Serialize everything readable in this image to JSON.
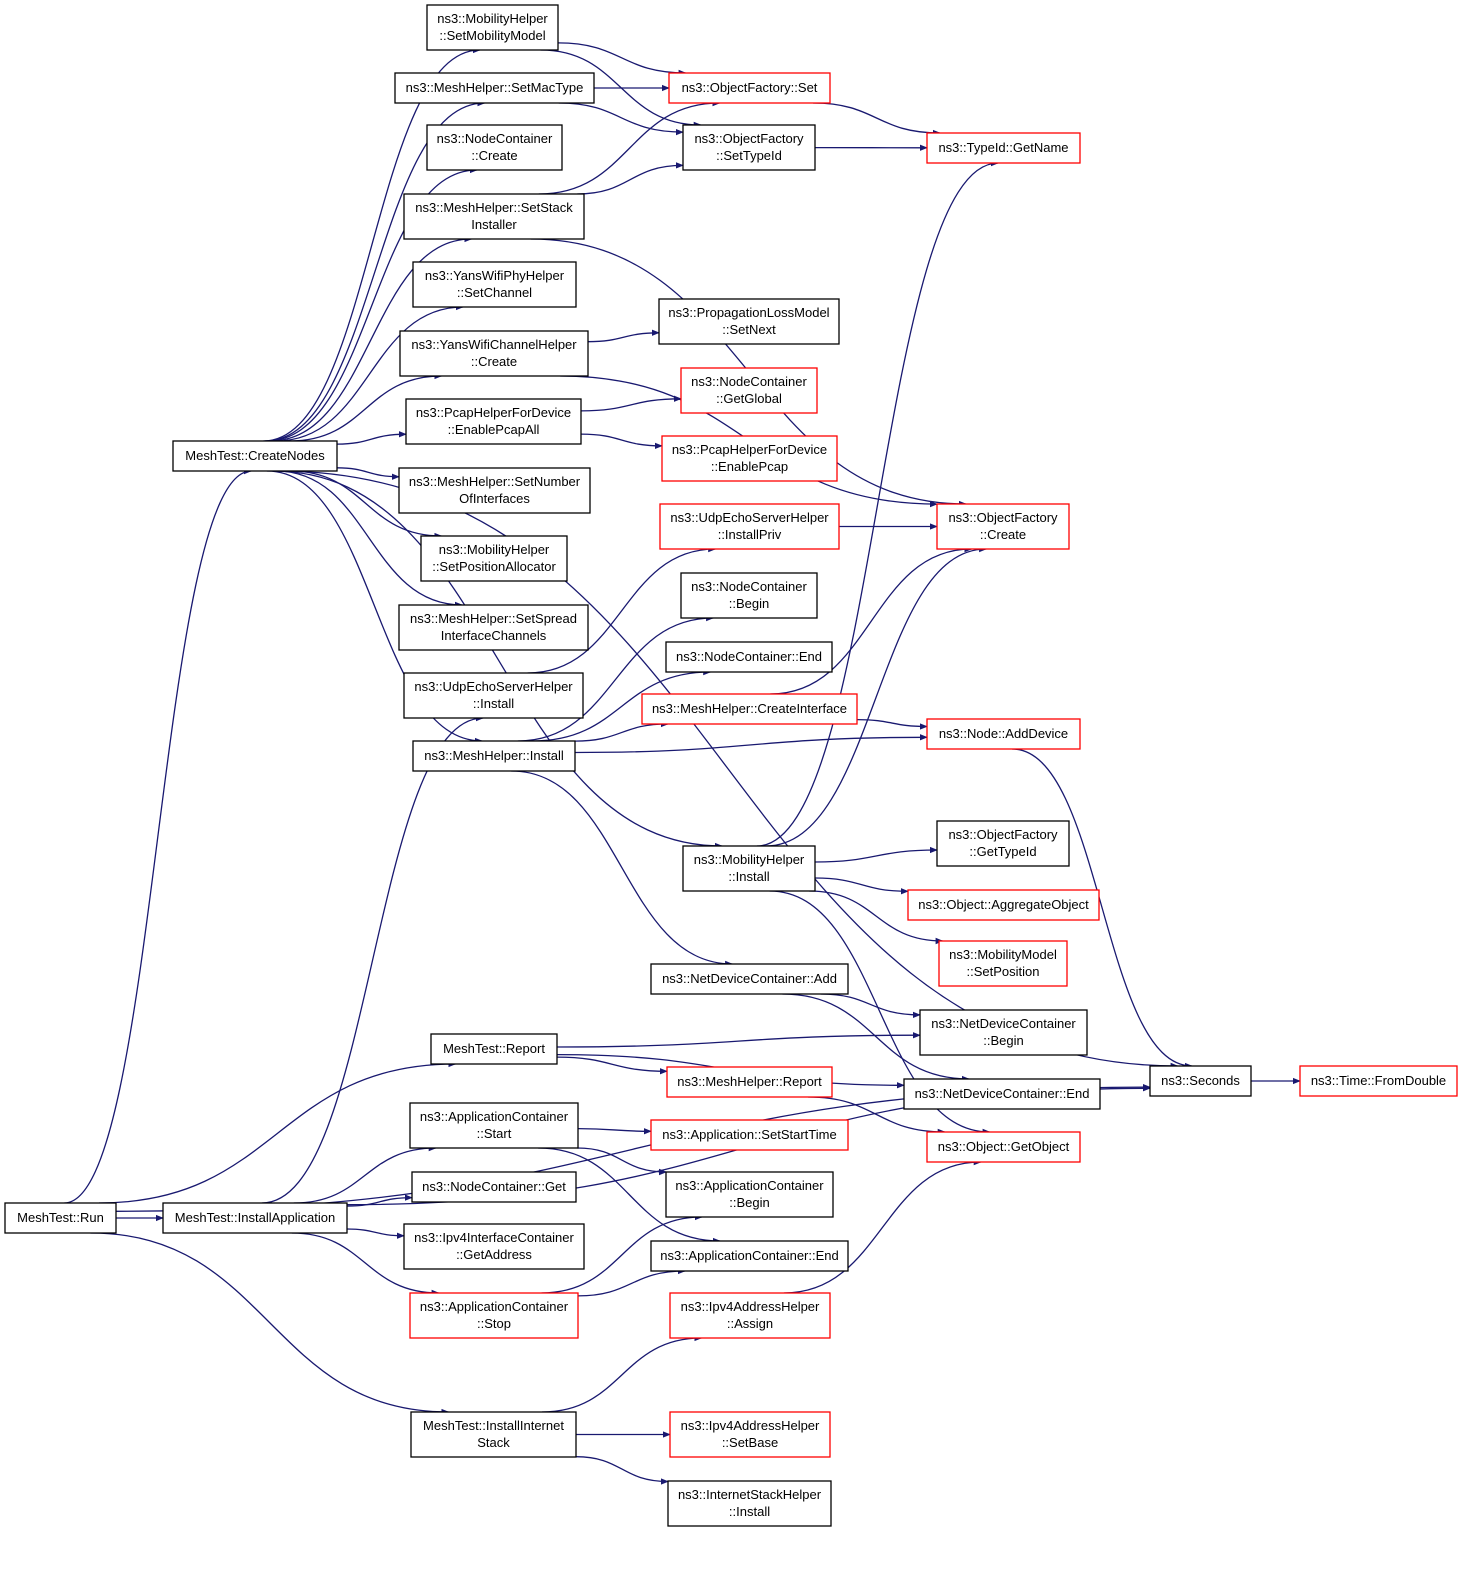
{
  "colors": {
    "edge": "#191970",
    "border_normal": "#000000",
    "border_truncated": "#ff0000",
    "root_fill": "#bfbfbf",
    "node_fill": "#ffffff"
  },
  "nodes": [
    {
      "id": "run",
      "lines": [
        "MeshTest::Run"
      ],
      "style": "root"
    },
    {
      "id": "createnodes",
      "lines": [
        "MeshTest::CreateNodes"
      ],
      "style": "normal"
    },
    {
      "id": "installapp",
      "lines": [
        "MeshTest::InstallApplication"
      ],
      "style": "normal"
    },
    {
      "id": "report",
      "lines": [
        "MeshTest::Report"
      ],
      "style": "normal"
    },
    {
      "id": "installinet",
      "lines": [
        "MeshTest::InstallInternet",
        "Stack"
      ],
      "style": "normal"
    },
    {
      "id": "mob_setmodel",
      "lines": [
        "ns3::MobilityHelper",
        "::SetMobilityModel"
      ],
      "style": "normal"
    },
    {
      "id": "mesh_setmac",
      "lines": [
        "ns3::MeshHelper::SetMacType"
      ],
      "style": "normal"
    },
    {
      "id": "nc_create",
      "lines": [
        "ns3::NodeContainer",
        "::Create"
      ],
      "style": "normal"
    },
    {
      "id": "mesh_setstack",
      "lines": [
        "ns3::MeshHelper::SetStack",
        "Installer"
      ],
      "style": "normal"
    },
    {
      "id": "yansphy_setch",
      "lines": [
        "ns3::YansWifiPhyHelper",
        "::SetChannel"
      ],
      "style": "normal"
    },
    {
      "id": "yansch_create",
      "lines": [
        "ns3::YansWifiChannelHelper",
        "::Create"
      ],
      "style": "normal"
    },
    {
      "id": "pcap_all",
      "lines": [
        "ns3::PcapHelperForDevice",
        "::EnablePcapAll"
      ],
      "style": "normal"
    },
    {
      "id": "mesh_setnum",
      "lines": [
        "ns3::MeshHelper::SetNumber",
        "OfInterfaces"
      ],
      "style": "normal"
    },
    {
      "id": "mob_setpos",
      "lines": [
        "ns3::MobilityHelper",
        "::SetPositionAllocator"
      ],
      "style": "normal"
    },
    {
      "id": "mesh_setspread",
      "lines": [
        "ns3::MeshHelper::SetSpread",
        "InterfaceChannels"
      ],
      "style": "normal"
    },
    {
      "id": "udp_install",
      "lines": [
        "ns3::UdpEchoServerHelper",
        "::Install"
      ],
      "style": "normal"
    },
    {
      "id": "mesh_install",
      "lines": [
        "ns3::MeshHelper::Install"
      ],
      "style": "normal"
    },
    {
      "id": "of_set",
      "lines": [
        "ns3::ObjectFactory::Set"
      ],
      "style": "truncated"
    },
    {
      "id": "of_settypeid",
      "lines": [
        "ns3::ObjectFactory",
        "::SetTypeId"
      ],
      "style": "normal"
    },
    {
      "id": "typeid_getname",
      "lines": [
        "ns3::TypeId::GetName"
      ],
      "style": "truncated"
    },
    {
      "id": "plm_setnext",
      "lines": [
        "ns3::PropagationLossModel",
        "::SetNext"
      ],
      "style": "normal"
    },
    {
      "id": "nc_getglobal",
      "lines": [
        "ns3::NodeContainer",
        "::GetGlobal"
      ],
      "style": "truncated"
    },
    {
      "id": "pcap_enable",
      "lines": [
        "ns3::PcapHelperForDevice",
        "::EnablePcap"
      ],
      "style": "truncated"
    },
    {
      "id": "udp_installpriv",
      "lines": [
        "ns3::UdpEchoServerHelper",
        "::InstallPriv"
      ],
      "style": "truncated"
    },
    {
      "id": "of_create",
      "lines": [
        "ns3::ObjectFactory",
        "::Create"
      ],
      "style": "truncated"
    },
    {
      "id": "nc_begin",
      "lines": [
        "ns3::NodeContainer",
        "::Begin"
      ],
      "style": "normal"
    },
    {
      "id": "nc_end",
      "lines": [
        "ns3::NodeContainer::End"
      ],
      "style": "normal"
    },
    {
      "id": "mesh_createif",
      "lines": [
        "ns3::MeshHelper::CreateInterface"
      ],
      "style": "truncated"
    },
    {
      "id": "node_adddevice",
      "lines": [
        "ns3::Node::AddDevice"
      ],
      "style": "truncated"
    },
    {
      "id": "mob_install",
      "lines": [
        "ns3::MobilityHelper",
        "::Install"
      ],
      "style": "normal"
    },
    {
      "id": "of_gettypeid",
      "lines": [
        "ns3::ObjectFactory",
        "::GetTypeId"
      ],
      "style": "normal"
    },
    {
      "id": "obj_aggregate",
      "lines": [
        "ns3::Object::AggregateObject"
      ],
      "style": "truncated"
    },
    {
      "id": "mm_setpos",
      "lines": [
        "ns3::MobilityModel",
        "::SetPosition"
      ],
      "style": "truncated"
    },
    {
      "id": "ndc_add",
      "lines": [
        "ns3::NetDeviceContainer::Add"
      ],
      "style": "normal"
    },
    {
      "id": "ndc_begin",
      "lines": [
        "ns3::NetDeviceContainer",
        "::Begin"
      ],
      "style": "normal"
    },
    {
      "id": "ndc_end",
      "lines": [
        "ns3::NetDeviceContainer::End"
      ],
      "style": "normal"
    },
    {
      "id": "mesh_report",
      "lines": [
        "ns3::MeshHelper::Report"
      ],
      "style": "truncated"
    },
    {
      "id": "seconds",
      "lines": [
        "ns3::Seconds"
      ],
      "style": "normal"
    },
    {
      "id": "time_fromdouble",
      "lines": [
        "ns3::Time::FromDouble"
      ],
      "style": "truncated"
    },
    {
      "id": "ac_start",
      "lines": [
        "ns3::ApplicationContainer",
        "::Start"
      ],
      "style": "normal"
    },
    {
      "id": "app_setstart",
      "lines": [
        "ns3::Application::SetStartTime"
      ],
      "style": "truncated"
    },
    {
      "id": "obj_getobject",
      "lines": [
        "ns3::Object::GetObject"
      ],
      "style": "truncated"
    },
    {
      "id": "nc_get",
      "lines": [
        "ns3::NodeContainer::Get"
      ],
      "style": "normal"
    },
    {
      "id": "ac_begin",
      "lines": [
        "ns3::ApplicationContainer",
        "::Begin"
      ],
      "style": "normal"
    },
    {
      "id": "ipv4ic_getaddr",
      "lines": [
        "ns3::Ipv4InterfaceContainer",
        "::GetAddress"
      ],
      "style": "normal"
    },
    {
      "id": "ac_end",
      "lines": [
        "ns3::ApplicationContainer::End"
      ],
      "style": "normal"
    },
    {
      "id": "ac_stop",
      "lines": [
        "ns3::ApplicationContainer",
        "::Stop"
      ],
      "style": "truncated"
    },
    {
      "id": "ipv4ah_assign",
      "lines": [
        "ns3::Ipv4AddressHelper",
        "::Assign"
      ],
      "style": "truncated"
    },
    {
      "id": "ipv4ah_setbase",
      "lines": [
        "ns3::Ipv4AddressHelper",
        "::SetBase"
      ],
      "style": "truncated"
    },
    {
      "id": "ish_install",
      "lines": [
        "ns3::InternetStackHelper",
        "::Install"
      ],
      "style": "normal"
    }
  ],
  "edges": [
    [
      "run",
      "createnodes"
    ],
    [
      "run",
      "installapp"
    ],
    [
      "run",
      "report"
    ],
    [
      "run",
      "installinet"
    ],
    [
      "run",
      "seconds"
    ],
    [
      "createnodes",
      "mob_setmodel"
    ],
    [
      "createnodes",
      "mesh_setmac"
    ],
    [
      "createnodes",
      "nc_create"
    ],
    [
      "createnodes",
      "mesh_setstack"
    ],
    [
      "createnodes",
      "yansphy_setch"
    ],
    [
      "createnodes",
      "yansch_create"
    ],
    [
      "createnodes",
      "pcap_all"
    ],
    [
      "createnodes",
      "mesh_setnum"
    ],
    [
      "createnodes",
      "mob_setpos"
    ],
    [
      "createnodes",
      "mesh_setspread"
    ],
    [
      "createnodes",
      "mesh_install"
    ],
    [
      "createnodes",
      "mob_install"
    ],
    [
      "createnodes",
      "seconds"
    ],
    [
      "mob_setmodel",
      "of_set"
    ],
    [
      "mob_setmodel",
      "of_settypeid"
    ],
    [
      "mesh_setmac",
      "of_set"
    ],
    [
      "mesh_setmac",
      "of_settypeid"
    ],
    [
      "mesh_setstack",
      "of_set"
    ],
    [
      "mesh_setstack",
      "of_settypeid"
    ],
    [
      "mesh_setstack",
      "of_create"
    ],
    [
      "of_set",
      "typeid_getname"
    ],
    [
      "of_settypeid",
      "typeid_getname"
    ],
    [
      "yansch_create",
      "plm_setnext"
    ],
    [
      "yansch_create",
      "of_create"
    ],
    [
      "pcap_all",
      "nc_getglobal"
    ],
    [
      "pcap_all",
      "pcap_enable"
    ],
    [
      "udp_install",
      "udp_installpriv"
    ],
    [
      "udp_installpriv",
      "of_create"
    ],
    [
      "mesh_install",
      "nc_begin"
    ],
    [
      "mesh_install",
      "nc_end"
    ],
    [
      "mesh_install",
      "mesh_createif"
    ],
    [
      "mesh_install",
      "node_adddevice"
    ],
    [
      "mesh_install",
      "ndc_add"
    ],
    [
      "mesh_createif",
      "of_create"
    ],
    [
      "mesh_createif",
      "node_adddevice"
    ],
    [
      "node_adddevice",
      "seconds"
    ],
    [
      "mob_install",
      "typeid_getname"
    ],
    [
      "mob_install",
      "of_create"
    ],
    [
      "mob_install",
      "of_gettypeid"
    ],
    [
      "mob_install",
      "obj_aggregate"
    ],
    [
      "mob_install",
      "mm_setpos"
    ],
    [
      "mob_install",
      "obj_getobject"
    ],
    [
      "ndc_add",
      "ndc_begin"
    ],
    [
      "ndc_add",
      "ndc_end"
    ],
    [
      "report",
      "ndc_begin"
    ],
    [
      "report",
      "ndc_end"
    ],
    [
      "report",
      "mesh_report"
    ],
    [
      "mesh_report",
      "obj_getobject"
    ],
    [
      "installapp",
      "udp_install"
    ],
    [
      "installapp",
      "ac_start"
    ],
    [
      "installapp",
      "nc_get"
    ],
    [
      "installapp",
      "ipv4ic_getaddr"
    ],
    [
      "installapp",
      "ac_stop"
    ],
    [
      "installapp",
      "seconds"
    ],
    [
      "ac_start",
      "app_setstart"
    ],
    [
      "ac_start",
      "ac_begin"
    ],
    [
      "ac_start",
      "ac_end"
    ],
    [
      "ac_stop",
      "ac_begin"
    ],
    [
      "ac_stop",
      "ac_end"
    ],
    [
      "installinet",
      "ipv4ah_assign"
    ],
    [
      "installinet",
      "ipv4ah_setbase"
    ],
    [
      "installinet",
      "ish_install"
    ],
    [
      "ipv4ah_assign",
      "obj_getobject"
    ],
    [
      "seconds",
      "time_fromdouble"
    ]
  ]
}
